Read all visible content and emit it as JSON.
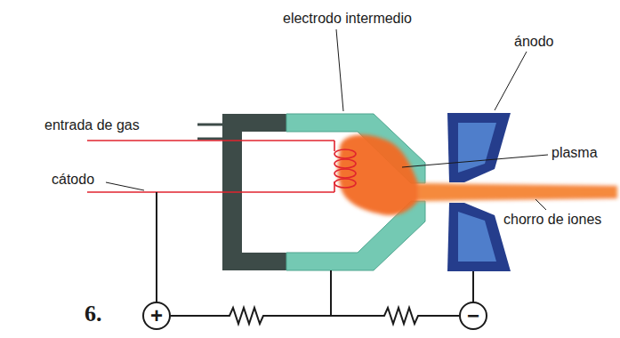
{
  "diagram": {
    "nodes": [
      {
        "text": [
          "+"
        ]
      },
      {
        "text": [
          "−"
        ]
      }
    ],
    "edges": [
      {
        "from": 0,
        "to": 1,
        "arrow": "none"
      }
    ],
    "labels": [
      "electrodo intermedio",
      "ánodo",
      "entrada de gas",
      "plasma",
      "cátodo",
      "chorro de iones",
      "6."
    ]
  }
}
